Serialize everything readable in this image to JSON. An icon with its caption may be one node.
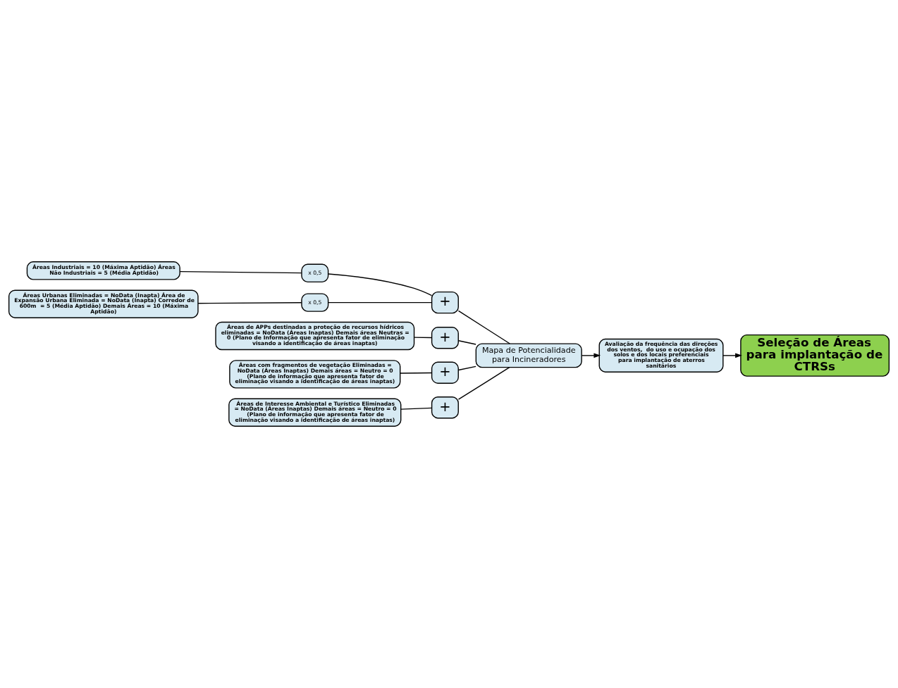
{
  "diagram": {
    "nodes": [
      {
        "text": [
          "Áreas Industriais = 10 (Máxima Aptidão) Áreas Não Industriais = 5 (Média Aptidão)"
        ]
      },
      {
        "text": [
          "x 0,5"
        ]
      },
      {
        "text": [
          "Áreas Urbanas Eliminadas = NoData (Inapta) Área de Expansão Urbana Eliminada = NoData (Inapta) Corredor de 600m  = 5 (Média Aptidão) Demais Áreas = 10 (Máxima Aptidão)"
        ]
      },
      {
        "text": [
          "x 0,5"
        ]
      },
      {
        "text": [
          "+"
        ]
      },
      {
        "text": [
          "Áreas de APPs destinadas a proteção de recursos hídricos eliminadas = NoData (Áreas Inaptas) Demais áreas Neutras = 0 (Plano de Informação que apresenta fator de eliminação visando a identificação de áreas inaptas)"
        ]
      },
      {
        "text": [
          "+"
        ]
      },
      {
        "text": [
          "Áreas com fragmentos de vegetação Eliminadas = NoData (Áreas Inaptas) Demais áreas = Neutro = 0 (Plano de informação que apresenta fator de eliminação visando a identificação de áreas inaptas)"
        ]
      },
      {
        "text": [
          "+"
        ]
      },
      {
        "text": [
          "Mapa de Potencialidade para Incineradores"
        ]
      },
      {
        "text": [
          "Áreas de Interesse Ambiental e Turístico Eliminadas = NoData (Áreas Inaptas) Demais áreas = Neutro = 0 (Plano de informação que apresenta fator de eliminação visando a identificação de áreas inaptas)"
        ]
      },
      {
        "text": [
          "+"
        ]
      },
      {
        "text": [
          "Avaliação da frequência das direções dos ventos,  do uso e ocupação dos solos e dos locais preferenciais para implantação de aterros sanitários"
        ]
      },
      {
        "text": [
          "Seleção de Áreas para implantação de CTRSs"
        ]
      }
    ],
    "edges": [
      {
        "from": 0,
        "to": 1,
        "arrow": "none"
      },
      {
        "from": 2,
        "to": 3,
        "arrow": "none"
      },
      {
        "from": 1,
        "to": 4,
        "arrow": "none"
      },
      {
        "from": 3,
        "to": 4,
        "arrow": "none"
      },
      {
        "from": 5,
        "to": 6,
        "arrow": "none"
      },
      {
        "from": 7,
        "to": 8,
        "arrow": "none"
      },
      {
        "from": 10,
        "to": 11,
        "arrow": "none"
      },
      {
        "from": 4,
        "to": 9,
        "arrow": "none"
      },
      {
        "from": 6,
        "to": 9,
        "arrow": "none"
      },
      {
        "from": 8,
        "to": 9,
        "arrow": "none"
      },
      {
        "from": 11,
        "to": 9,
        "arrow": "none"
      },
      {
        "from": 9,
        "to": 12,
        "arrow": "to"
      },
      {
        "from": 12,
        "to": 13,
        "arrow": "to"
      }
    ]
  }
}
